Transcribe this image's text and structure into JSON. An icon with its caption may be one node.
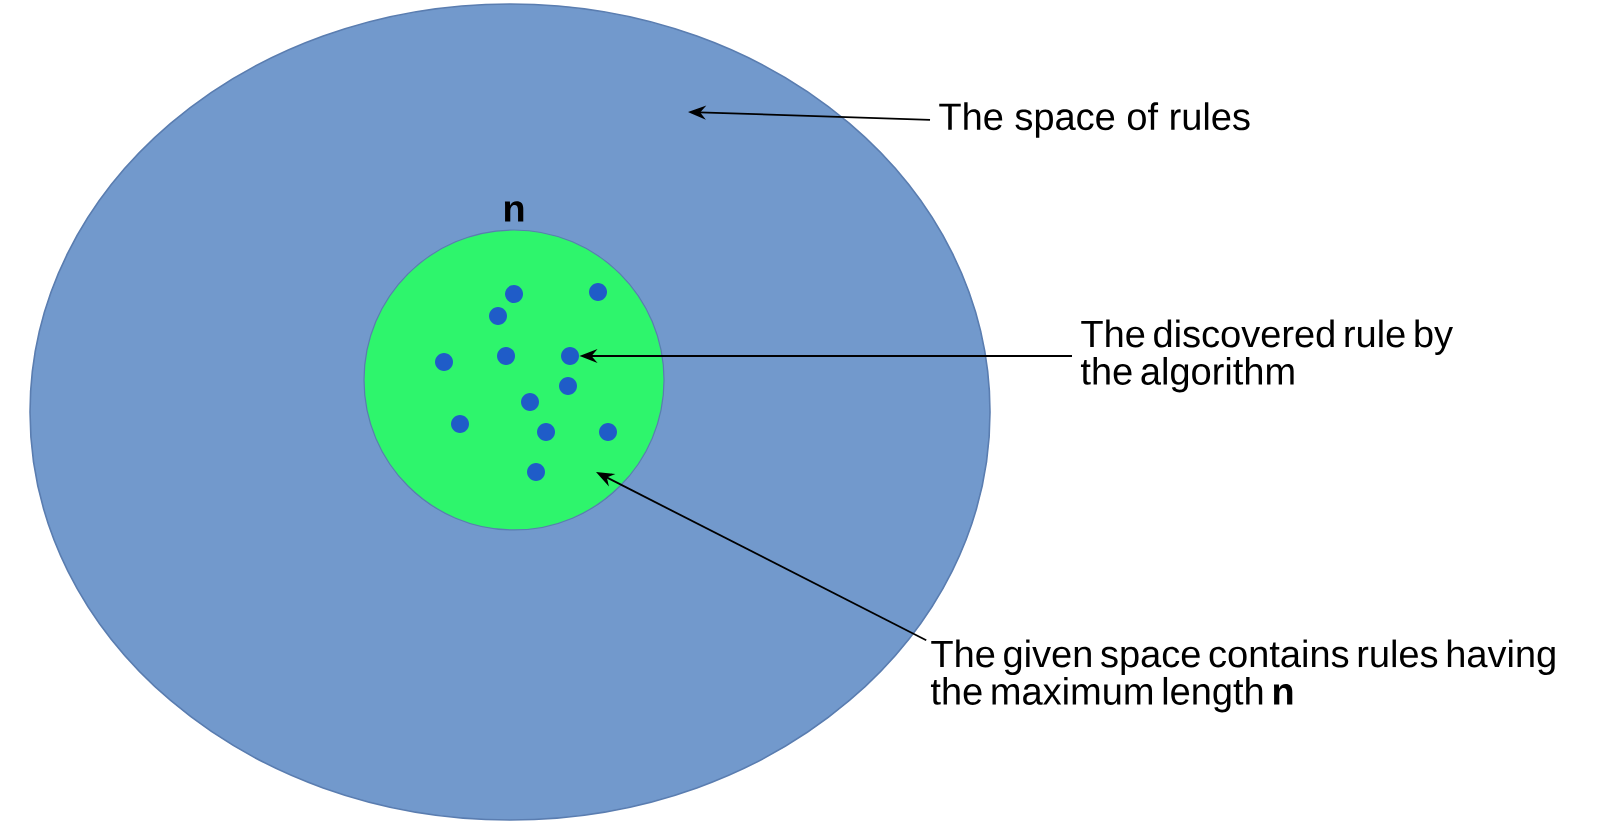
{
  "diagram": {
    "nodes": [
      {
        "text": [],
        "shape": "circle"
      },
      {
        "text": [
          "n"
        ],
        "in": 0
      },
      {
        "text": [],
        "shape": "circle",
        "in": 1
      },
      {
        "text": [
          "The space of rules"
        ]
      },
      {
        "text": [
          "The discovered rule by the algorithm"
        ]
      },
      {
        "text": [
          "The given space contains rules having the maximum length **n**"
        ]
      }
    ],
    "edges": [
      {
        "from": 3,
        "to": 0,
        "arrow": "to"
      },
      {
        "from": 4,
        "to": 2,
        "arrow": "to"
      },
      {
        "from": 5,
        "to": 1,
        "arrow": "to"
      }
    ]
  }
}
